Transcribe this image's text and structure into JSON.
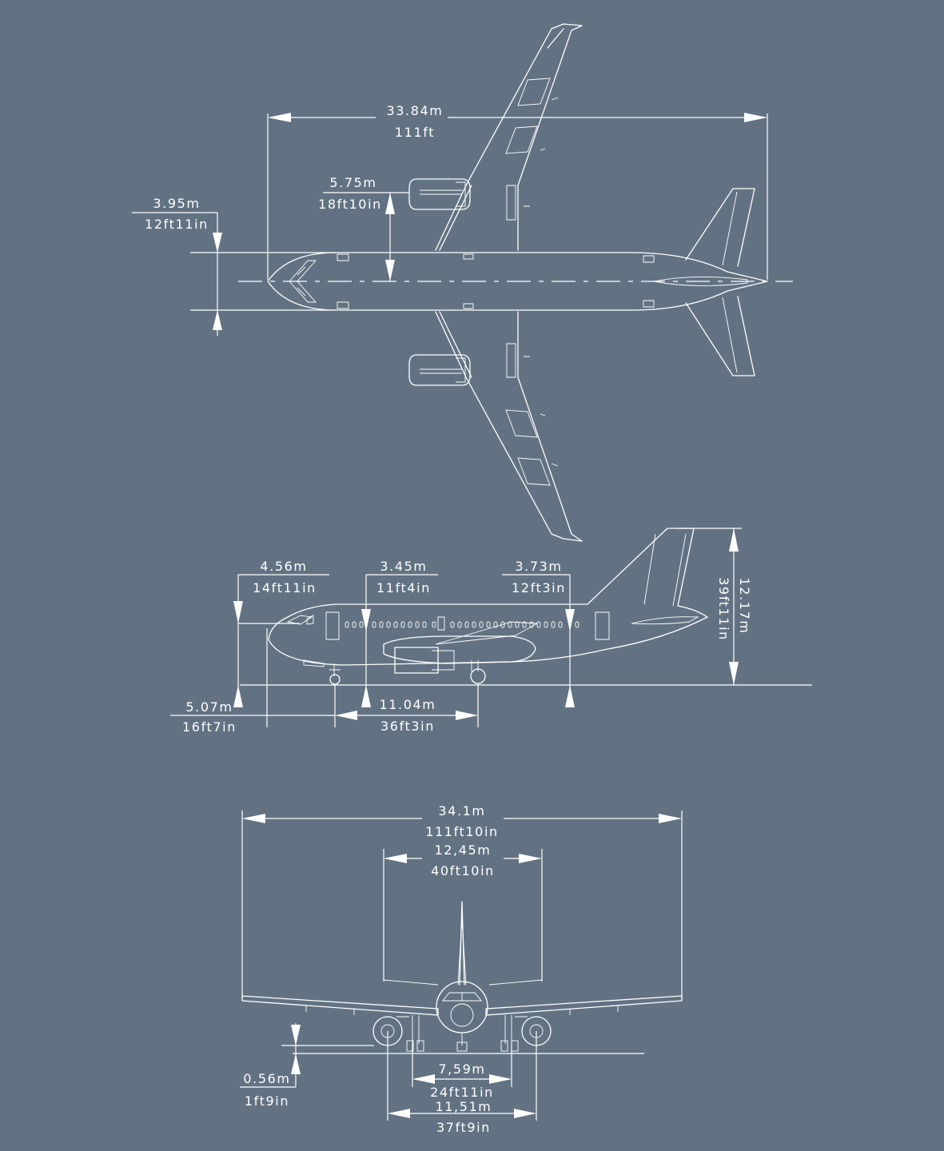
{
  "colors": {
    "background": "#627282",
    "lines": "#ffffff"
  },
  "top_view": {
    "length": {
      "metric": "33.84m",
      "imperial": "111ft"
    },
    "engine_offset": {
      "metric": "5.75m",
      "imperial": "18ft10in"
    },
    "fuselage_width": {
      "metric": "3.95m",
      "imperial": "12ft11in"
    }
  },
  "side_view": {
    "nose_door": {
      "metric": "4.56m",
      "imperial": "14ft11in"
    },
    "mid_door": {
      "metric": "3.45m",
      "imperial": "11ft4in"
    },
    "aft_door": {
      "metric": "3.73m",
      "imperial": "12ft3in"
    },
    "height": {
      "metric": "12.17m",
      "imperial": "39ft11in"
    },
    "nose_gear_offset": {
      "metric": "5.07m",
      "imperial": "16ft7in"
    },
    "wheelbase": {
      "metric": "11.04m",
      "imperial": "36ft3in"
    }
  },
  "front_view": {
    "wingspan": {
      "metric": "34.1m",
      "imperial": "111ft10in"
    },
    "tailplane_span": {
      "metric": "12,45m",
      "imperial": "40ft10in"
    },
    "engine_clearance": {
      "metric": "0.56m",
      "imperial": "1ft9in"
    },
    "wheel_track": {
      "metric": "7,59m",
      "imperial": "24ft11in"
    },
    "engine_spacing": {
      "metric": "11,51m",
      "imperial": "37ft9in"
    }
  }
}
